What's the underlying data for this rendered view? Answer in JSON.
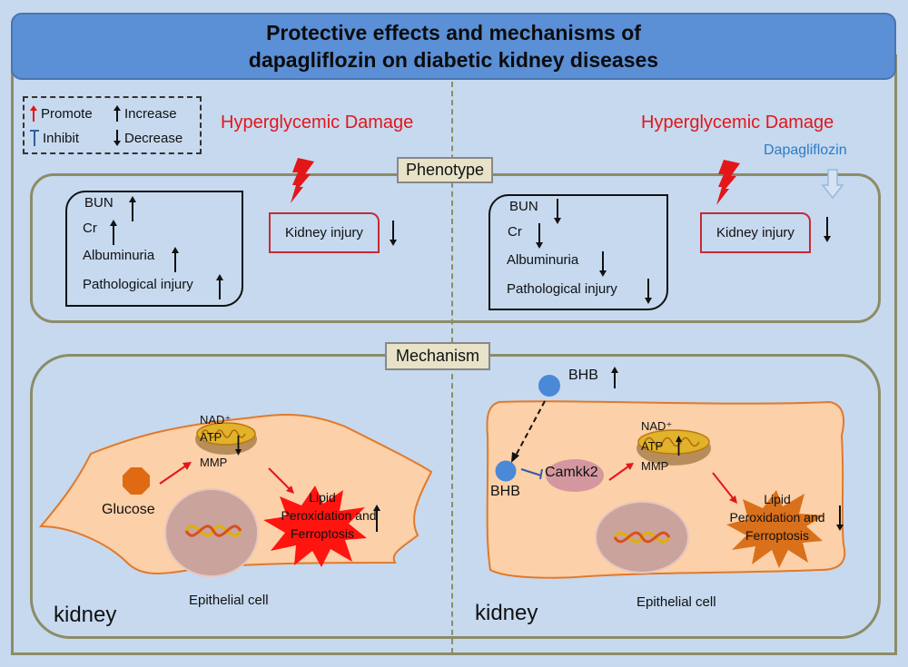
{
  "title": {
    "line1": "Protective effects and  mechanisms of",
    "line2": "dapagliflozin on diabetic kidney diseases"
  },
  "legend": {
    "promote": "Promote",
    "inhibit": "Inhibit",
    "increase": "Increase",
    "decrease": "Decrease"
  },
  "colors": {
    "background": "#c6d9ef",
    "title_fill": "#5b8fd6",
    "frame": "#8c8c66",
    "hyperglycemic_red": "#e3161a",
    "dapagliflozin_blue": "#2e7bc4",
    "cell_fill": "#fcd0a8",
    "cell_border": "#e07a2c"
  },
  "left": {
    "hyperglycemic_label": "Hyperglycemic Damage",
    "phenotype": {
      "markers": [
        {
          "name": "BUN",
          "direction": "increase"
        },
        {
          "name": "Cr",
          "direction": "increase"
        },
        {
          "name": "Albuminuria",
          "direction": "increase"
        },
        {
          "name": "Pathological injury",
          "direction": "increase"
        }
      ],
      "kidney_injury": {
        "label": "Kidney injury",
        "direction": "decrease"
      }
    },
    "mechanism": {
      "glucose": "Glucose",
      "mito_labels": [
        "NAD⁺",
        "ATP",
        "MMP"
      ],
      "mito_direction": "decrease",
      "outcome_lines": [
        "Lipid",
        "Peroxidation and",
        "Ferroptosis"
      ],
      "outcome_direction": "increase",
      "cell_label": "Epithelial cell",
      "organ_label": "kidney"
    }
  },
  "right": {
    "hyperglycemic_label": "Hyperglycemic Damage",
    "drug_label": "Dapagliflozin",
    "phenotype": {
      "markers": [
        {
          "name": "BUN",
          "direction": "decrease"
        },
        {
          "name": "Cr",
          "direction": "decrease"
        },
        {
          "name": "Albuminuria",
          "direction": "decrease"
        },
        {
          "name": "Pathological injury",
          "direction": "decrease"
        }
      ],
      "kidney_injury": {
        "label": "Kidney injury",
        "direction": "decrease"
      }
    },
    "mechanism": {
      "bhb_outside": "BHB",
      "bhb_outside_direction": "increase",
      "bhb_inside": "BHB",
      "camkk2": "Camkk2",
      "mito_labels": [
        "NAD⁺",
        "ATP",
        "MMP"
      ],
      "mito_direction": "increase",
      "outcome_lines": [
        "Lipid",
        "Peroxidation and",
        "Ferroptosis"
      ],
      "outcome_direction": "decrease",
      "cell_label": "Epithelial cell",
      "organ_label": "kidney"
    }
  },
  "sections": {
    "phenotype": "Phenotype",
    "mechanism": "Mechanism"
  }
}
